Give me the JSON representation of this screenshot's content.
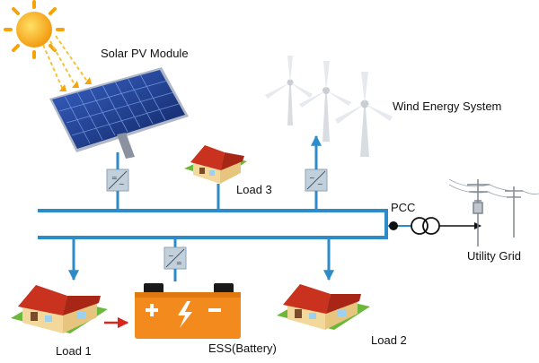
{
  "labels": {
    "solar": "Solar PV Module",
    "wind": "Wind Energy System",
    "load1": "Load 1",
    "load2": "Load 2",
    "load3": "Load 3",
    "battery": "ESS(Battery)",
    "pcc": "PCC",
    "grid": "Utility Grid"
  },
  "colors": {
    "bus": "#2e8bc9",
    "converter": "#c2d0dc",
    "battery_body": "#f28a1e",
    "battery_top": "#1a1a1a",
    "roof": "#c8321f",
    "wall": "#f3d89c",
    "grass": "#6bb83a",
    "sun": "#f6a30a",
    "panel": "#1f3f8f"
  },
  "icons": [
    "sun-icon",
    "solar-panel-icon",
    "wind-turbine-icon",
    "house-icon",
    "battery-icon",
    "converter-icon",
    "transformer-icon",
    "power-pole-icon"
  ]
}
